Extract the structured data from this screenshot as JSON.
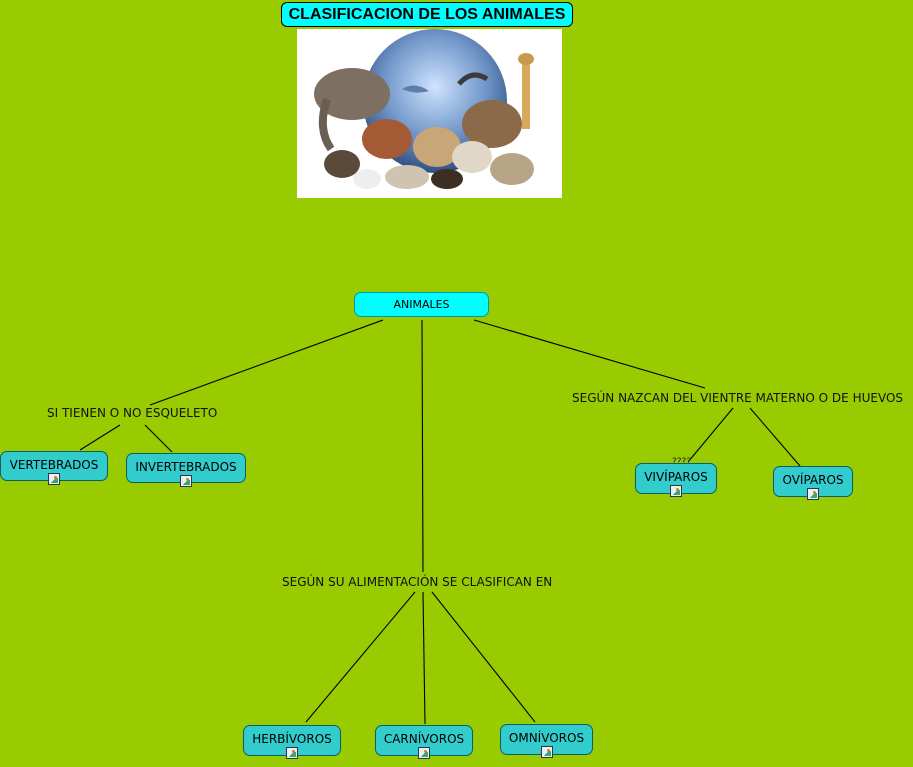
{
  "title": "CLASIFICACION DE LOS ANIMALES",
  "root": "ANIMALES",
  "branches": {
    "skeleton": "SI TIENEN O NO ESQUELETO",
    "birth": "SEGÚN NAZCAN DEL VIENTRE MATERNO O DE HUEVOS",
    "diet": "SEGÚN SU ALIMENTACIÓN SE CLASIFICAN EN"
  },
  "leaves": {
    "vertebrados": "VERTEBRADOS",
    "invertebrados": "INVERTEBRADOS",
    "viviparos": "VIVÍPAROS",
    "oviparos": "OVÍPAROS",
    "herbivoros": "HERBÍVOROS",
    "carnivoros": "CARNÍVOROS",
    "omnivoros": "OMNÍVOROS"
  },
  "annotation": "????",
  "colors": {
    "background": "#99cc00",
    "title_fill": "#00ffff",
    "root_fill": "#00ffff",
    "leaf_fill": "#33cccc"
  },
  "icons": {
    "leaf_attachment": "image-icon",
    "photo": "animals-globe-photo"
  }
}
